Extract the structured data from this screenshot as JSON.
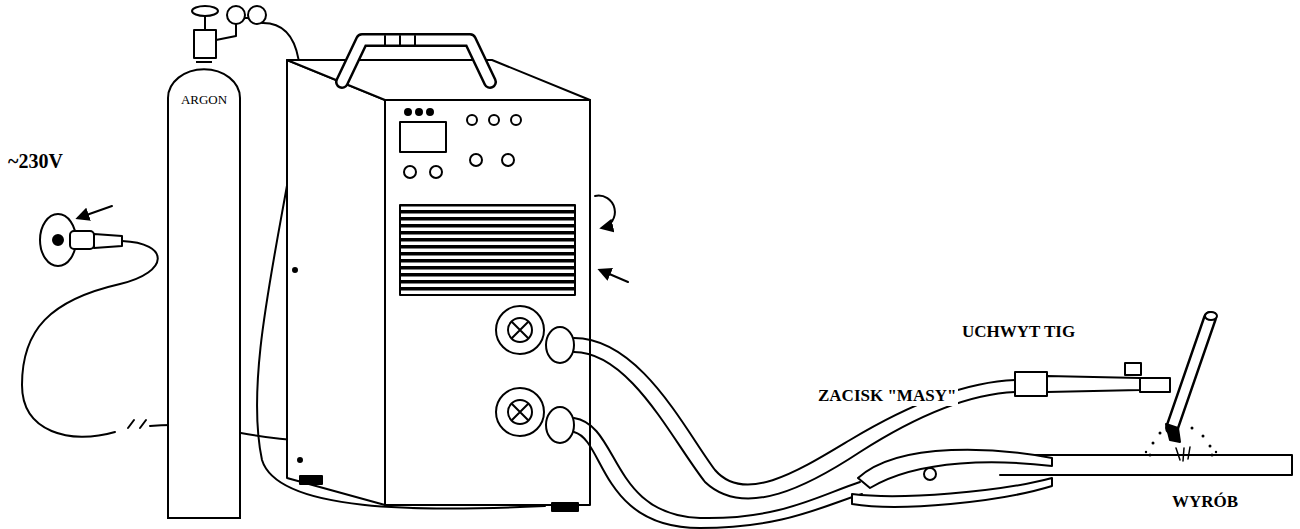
{
  "diagram": {
    "nodes": [
      {
        "text": [
          "ARGON"
        ]
      }
    ],
    "labels": [
      "~230V",
      "UCHWYT TIG",
      "ZACISK \"MASY\"",
      "WYRÓB"
    ]
  }
}
